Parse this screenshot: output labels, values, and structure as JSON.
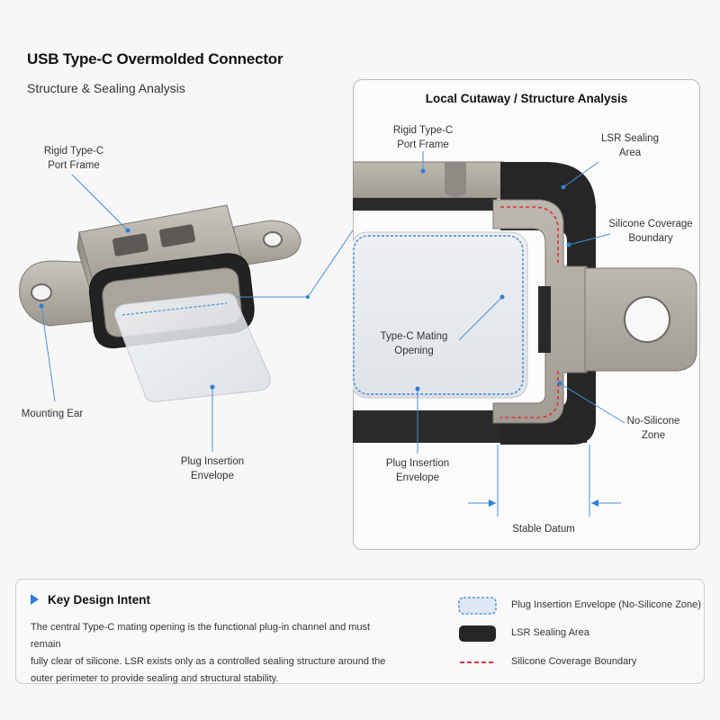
{
  "header": {
    "title": "USB Type-C Overmolded Connector",
    "subtitle": "Structure & Sealing Analysis"
  },
  "left_labels": {
    "rigid_frame": [
      "Rigid Type-C",
      "Port Frame"
    ],
    "mounting_ear": "Mounting Ear",
    "plug_envelope": [
      "Plug Insertion",
      "Envelope"
    ]
  },
  "cutaway": {
    "title": "Local Cutaway / Structure Analysis",
    "labels": {
      "rigid_frame": [
        "Rigid Type-C",
        "Port Frame"
      ],
      "lsr_area": [
        "LSR Sealing",
        "Area"
      ],
      "coverage_boundary": [
        "Silicone Coverage",
        "Boundary"
      ],
      "mating_opening": [
        "Type-C Mating",
        "Opening"
      ],
      "no_silicone": [
        "No-Silicone",
        "Zone"
      ],
      "plug_envelope": [
        "Plug Insertion",
        "Envelope"
      ],
      "stable_datum": "Stable Datum"
    }
  },
  "intent": {
    "heading": "Key Design Intent",
    "lines": [
      "The central Type-C mating opening is the functional plug-in channel and must remain",
      "fully clear of silicone. LSR exists only as a controlled sealing structure around the",
      "outer perimeter to provide sealing and structural stability."
    ]
  },
  "legend": [
    {
      "label": "Plug Insertion Envelope (No-Silicone Zone)",
      "swatch": "envelope"
    },
    {
      "label": "LSR Sealing Area",
      "swatch": "lsr"
    },
    {
      "label": "Silicone Coverage Boundary",
      "swatch": "boundary"
    }
  ],
  "colors": {
    "accent_blue": "#2f7fd8",
    "leader_blue": "#4a90d9",
    "lsr_black": "#262626",
    "boundary_red": "#d6343a",
    "metal": "#a9a49c"
  }
}
